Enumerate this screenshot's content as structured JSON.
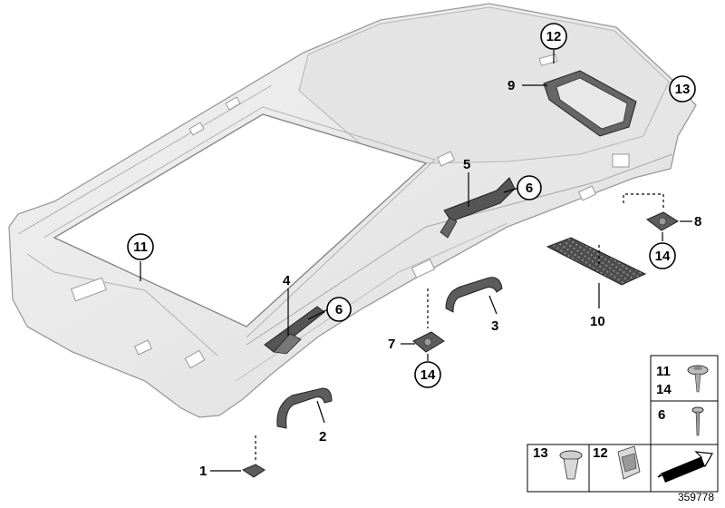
{
  "diagram_id": "359778",
  "callouts": {
    "c1": "1",
    "c2": "2",
    "c3": "3",
    "c4": "4",
    "c5": "5",
    "c6a": "6",
    "c6b": "6",
    "c7": "7",
    "c8": "8",
    "c9": "9",
    "c10": "10",
    "c11": "11",
    "c12": "12",
    "c13": "13",
    "c14a": "14",
    "c14b": "14"
  },
  "legend": {
    "fastener_top_a": "11",
    "fastener_top_b": "14",
    "rivet": "6",
    "clip_round": "13",
    "clip_square": "12"
  },
  "colors": {
    "headliner_fill": "#e9e9e9",
    "headliner_edge": "#9a9a9a",
    "part_dark": "#5c5c5c",
    "outline": "#000000"
  }
}
